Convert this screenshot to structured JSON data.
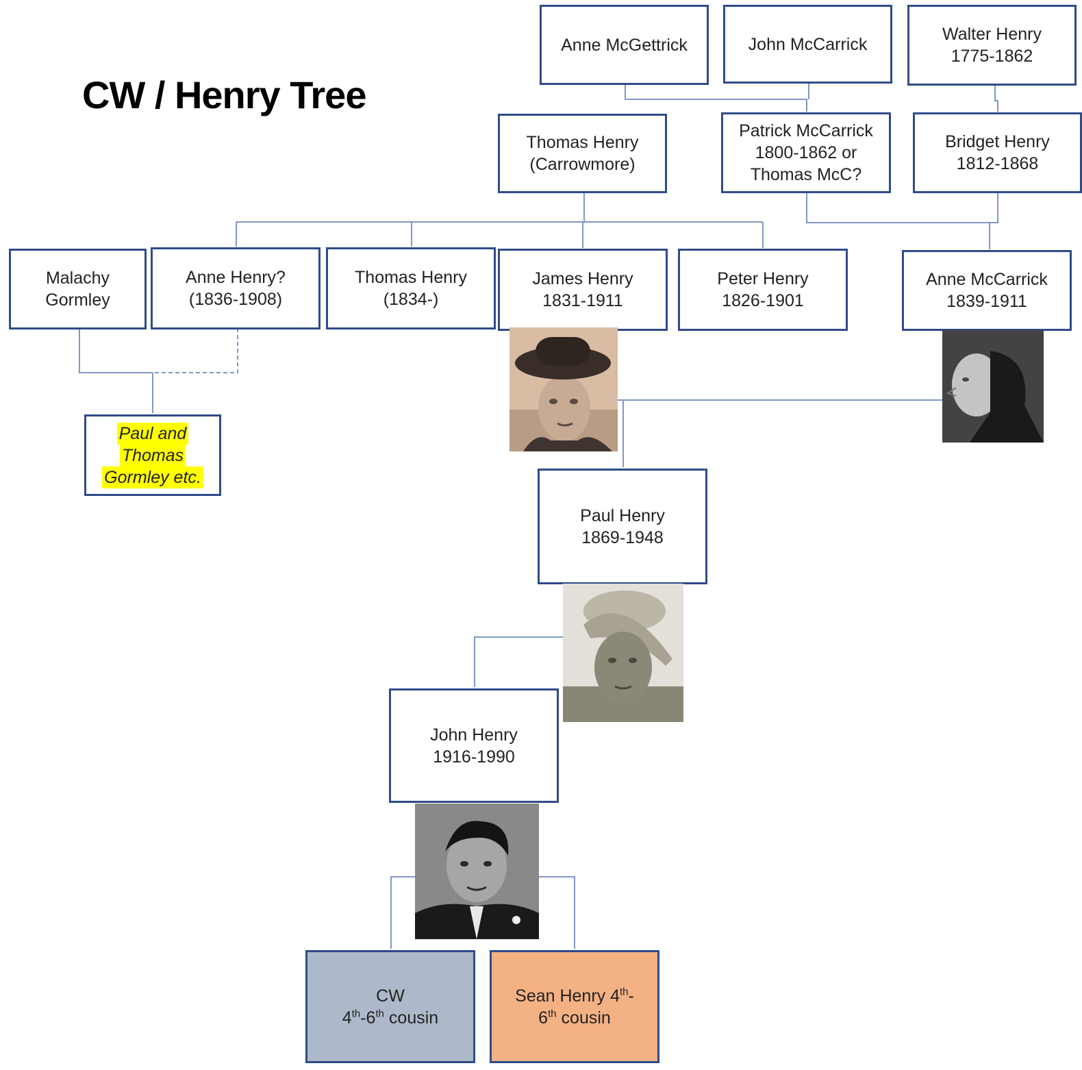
{
  "title": "CW / Henry Tree",
  "colors": {
    "box_border": "#2f4b8a",
    "connector": "#8096c8",
    "cw_fill": "#adb9ca",
    "sean_fill": "#f4b183",
    "highlight": "#ffff00"
  },
  "people": {
    "anne_mcgettrick": {
      "line1": "Anne McGettrick"
    },
    "john_mccarrick": {
      "line1": "John McCarrick"
    },
    "walter_henry": {
      "line1": "Walter Henry",
      "line2": "1775-1862"
    },
    "thomas_henry_carrowmore": {
      "line1": "Thomas Henry",
      "line2": "(Carrowmore)"
    },
    "patrick_mccarrick": {
      "line1": "Patrick McCarrick",
      "line2": "1800-1862 or",
      "line3": "Thomas McC?"
    },
    "bridget_henry": {
      "line1": "Bridget Henry",
      "line2": "1812-1868"
    },
    "malachy_gormley": {
      "line1": "Malachy",
      "line2": "Gormley"
    },
    "anne_henry": {
      "line1": "Anne Henry?",
      "line2": "(1836-1908)"
    },
    "thomas_henry_1834": {
      "line1": "Thomas Henry",
      "line2": "(1834-)"
    },
    "james_henry": {
      "line1": "James Henry",
      "line2": "1831-1911"
    },
    "peter_henry": {
      "line1": "Peter Henry",
      "line2": "1826-1901"
    },
    "anne_mccarrick": {
      "line1": "Anne McCarrick",
      "line2": "1839-1911"
    },
    "gormley_descendants": {
      "line1": "Paul and",
      "line2": "Thomas",
      "line3": "Gormley etc."
    },
    "paul_henry": {
      "line1": "Paul Henry",
      "line2": "1869-1948"
    },
    "john_henry": {
      "line1": "John Henry",
      "line2": "1916-1990"
    },
    "cw": {
      "line1": "CW",
      "line2_a": "4",
      "line2_b": "th",
      "line2_c": "-6",
      "line2_d": "th",
      "line2_e": " cousin"
    },
    "sean_henry": {
      "line1_a": "Sean Henry 4",
      "line1_b": "th",
      "line1_c": "-",
      "line2_a": "6",
      "line2_b": "th",
      "line2_c": " cousin"
    }
  }
}
